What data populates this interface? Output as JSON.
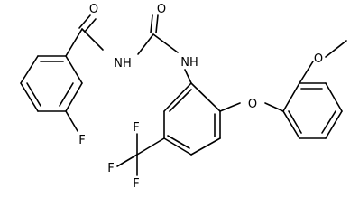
{
  "molecule": {
    "atoms": {
      "o_carbonyl_left": "O",
      "o_carbonyl_right": "O",
      "nh_left": "NH",
      "nh_right": "NH",
      "fluorine_ortho": "F",
      "o_ether": "O",
      "o_methoxy": "O",
      "cf3_f_top": "F",
      "cf3_f_left": "F",
      "cf3_f_bottom": "F"
    }
  },
  "colors": {
    "bond": "#000000",
    "label": "#000000",
    "background": "#ffffff"
  }
}
